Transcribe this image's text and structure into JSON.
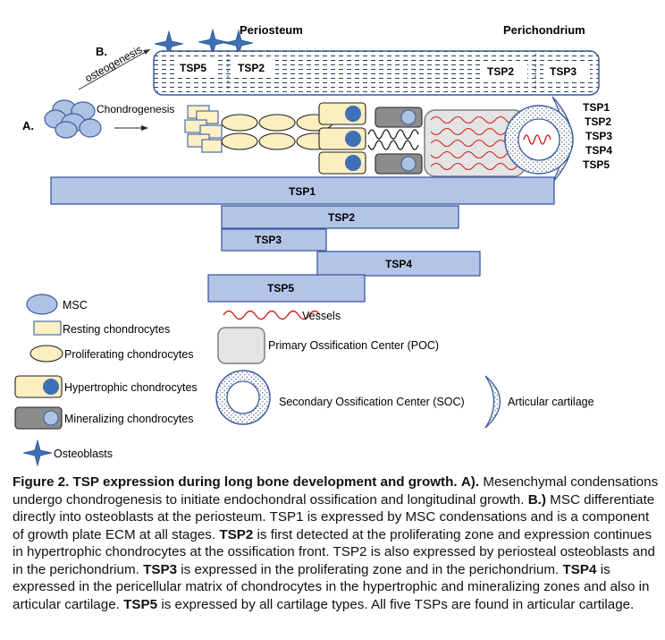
{
  "diagram": {
    "labels": {
      "periosteum": "Periosteum",
      "perichondrium": "Perichondrium",
      "label_a": "A.",
      "label_b": "B.",
      "osteogenesis": "osteogenesis",
      "chondrogenesis": "Chondrogenesis"
    },
    "periosteum_bar": {
      "tsp5": "TSP5",
      "tsp2_left": "TSP2",
      "tsp2_right": "TSP2",
      "tsp3": "TSP3"
    },
    "articular_tsps": [
      "TSP1",
      "TSP2",
      "TSP3",
      "TSP4",
      "TSP5"
    ],
    "expression_bars": [
      {
        "label": "TSP1"
      },
      {
        "label": "TSP2"
      },
      {
        "label": "TSP3"
      },
      {
        "label": "TSP4"
      },
      {
        "label": "TSP5"
      }
    ]
  },
  "legend": {
    "msc": "MSC",
    "resting": "Resting chondrocytes",
    "proliferating": "Proliferating chondrocytes",
    "hypertrophic": "Hypertrophic chondrocytes",
    "mineralizing": "Mineralizing chondrocytes",
    "osteoblasts": "Osteoblasts",
    "vessels": "Vessels",
    "poc": "Primary Ossification Center (POC)",
    "soc": "Secondary Ossification Center (SOC)",
    "articular": "Articular cartilage"
  },
  "caption": {
    "title": "Figure 2. TSP expression during long bone development and growth.",
    "a_label": "A).",
    "a_text": "Mesenchymal condensations undergo chondrogenesis to initiate endochondral ossification and longitudinal growth.",
    "b_label": "B.)",
    "b_text": "MSC differentiate directly into osteoblasts at the periosteum. TSP1 is expressed by MSC condensations and is a component of growth plate ECM at all stages.",
    "tsp2": "TSP2",
    "tsp2_text": "is first detected at the proliferating zone and expression continues in hypertrophic chondrocytes at the ossification front. TSP2 is also expressed by periosteal osteoblasts and in the perichondrium.",
    "tsp3": "TSP3",
    "tsp3_text": "is expressed in the proliferating zone and in the perichondrium.",
    "tsp4": "TSP4",
    "tsp4_text": "is expressed in the pericellular matrix of chondrocytes in the hypertrophic and mineralizing zones and also in articular cartilage.",
    "tsp5": "TSP5",
    "tsp5_text": "is expressed by all cartilage types. All five TSPs are found in articular cartilage."
  }
}
